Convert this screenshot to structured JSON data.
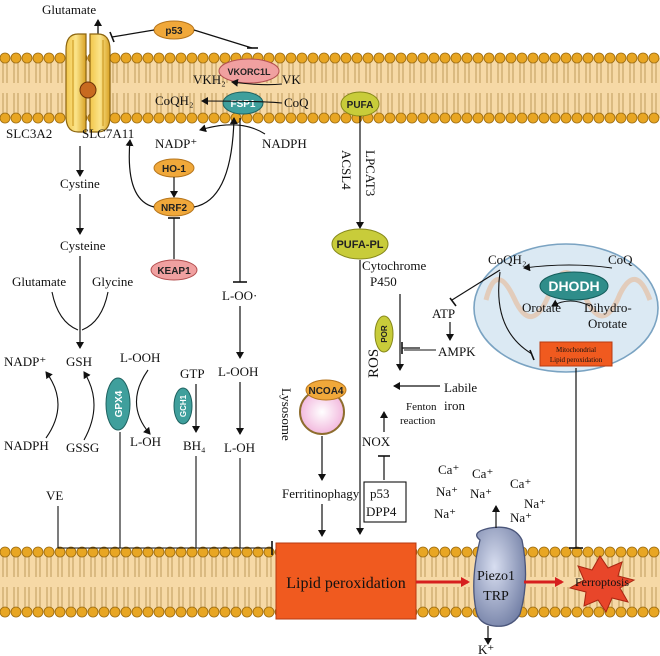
{
  "colors": {
    "lipid_head": "#e8a623",
    "lipid_head_stroke": "#9a6a10",
    "membrane_band": "#f6d9a6",
    "pill_orange": "#f0a83a",
    "pill_pink": "#f0a0a0",
    "pill_teal": "#3f9f9c",
    "pill_olive": "#c8cc3a",
    "lipid_perox_box": "#f05a1f",
    "ferroptosis_star": "#e8462a",
    "piezo": "#8a96b8",
    "mito_fill": "#dbe9f3",
    "arrow_red": "#d61f1f"
  },
  "labels": {
    "glutamate_top": "Glutamate",
    "p53_top": "p53",
    "vkorc1l": "VKORC1L",
    "vkh2": "VKH₂",
    "vk": "VK",
    "coqh2_left": "CoQH₂",
    "fsp1": "FSP1",
    "coq_left": "CoQ",
    "pufa": "PUFA",
    "slc3a2": "SLC3A2",
    "slc7a11": "SLC7A11",
    "nadp_plus": "NADP⁺",
    "nadph_top": "NADPH",
    "ho1": "HO-1",
    "nrf2": "NRF2",
    "keap1": "KEAP1",
    "cystine": "Cystine",
    "cysteine": "Cysteine",
    "glutamate_mid": "Glutamate",
    "glycine": "Glycine",
    "acsl4": "ACSL4",
    "lpcat3": "LPCAT3",
    "pufa_pl": "PUFA-PL",
    "cytochrome": "Cytochrome",
    "p450": "P450",
    "l_oo": "L-OO·",
    "coqh2_mito": "CoQH₂",
    "coq_mito": "CoQ",
    "dhodh": "DHODH",
    "orotate": "Orotate",
    "dihydro": "Dihydro-",
    "orotate2": "Orotate",
    "atp": "ATP",
    "ampk": "AMPK",
    "por": "POR",
    "mito_perox_1": "Mitochondrial",
    "mito_perox_2": "Lipid peroxidation",
    "nadp_gsh": "NADP⁺",
    "gsh": "GSH",
    "gpx4": "GPX4",
    "l_ooh_left": "L-OOH",
    "nadph_gsh": "NADPH",
    "gssg": "GSSG",
    "l_oh_left": "L-OH",
    "gtp": "GTP",
    "gch1": "GCH1",
    "bh4": "BH₄",
    "l_ooh_mid": "L-OOH",
    "l_oh_mid": "L-OH",
    "lysosome": "Lysosome",
    "ncoa4": "NCOA4",
    "ros": "ROS",
    "labile": "Labile",
    "iron": "iron",
    "fenton": "Fenton",
    "reaction": "reaction",
    "nox": "NOX",
    "ferritinophagy": "Ferritinophagy",
    "p53_box": "p53",
    "dpp4": "DPP4",
    "ve": "VE",
    "lipid_peroxidation": "Lipid peroxidation",
    "piezo1": "Piezo1",
    "trp": "TRP",
    "ferroptosis": "Ferroptosis",
    "k_plus": "K⁺",
    "ion_ca1": "Ca⁺",
    "ion_ca2": "Ca⁺",
    "ion_ca3": "Ca⁺",
    "ion_na1": "Na⁺",
    "ion_na2": "Na⁺",
    "ion_na3": "Na⁺",
    "ion_na4": "Na⁺",
    "ion_na5": "Na⁺"
  }
}
